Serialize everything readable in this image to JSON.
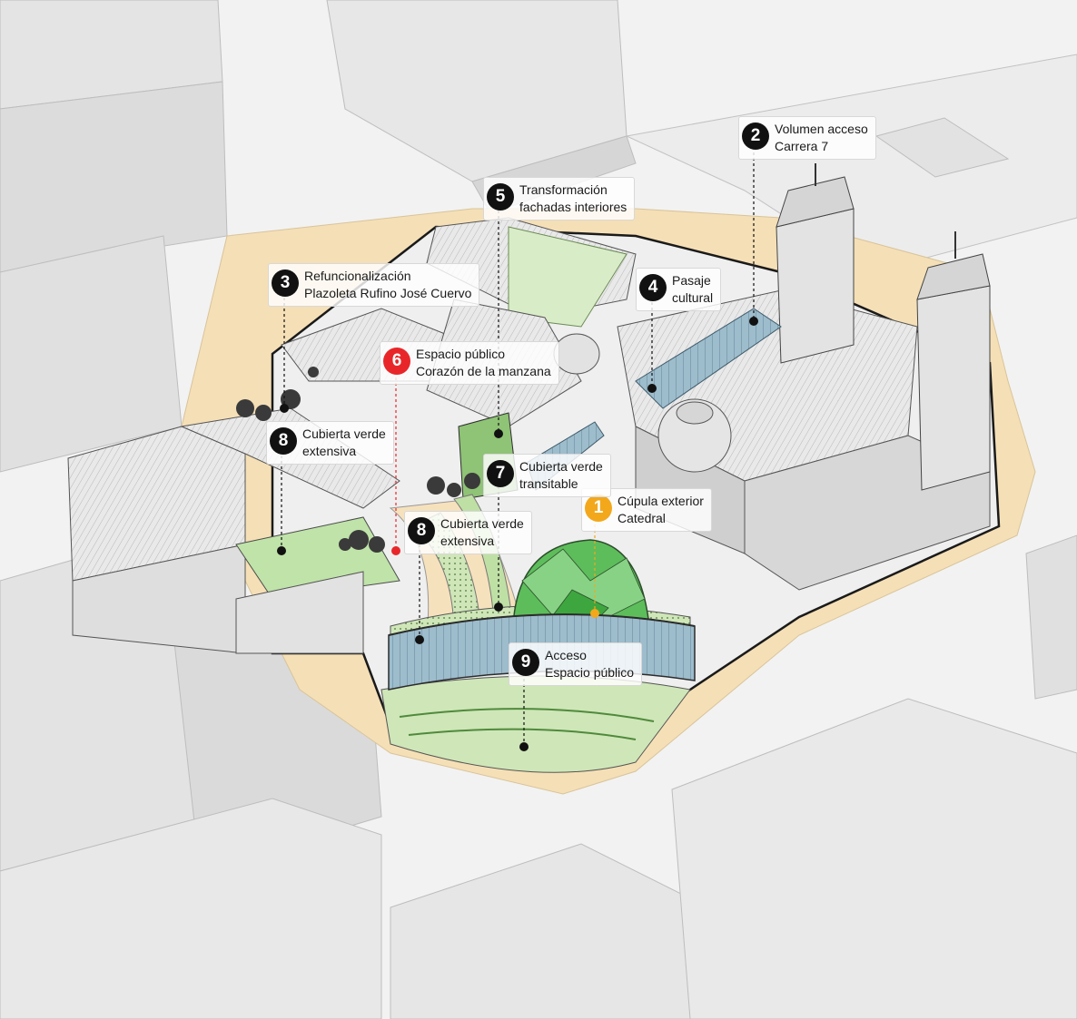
{
  "colors": {
    "black": "#111111",
    "red": "#e8262a",
    "orange": "#f3a81b",
    "street": "#f5dfb6",
    "green": "#7dc36b",
    "glass": "#8fb3c6"
  },
  "callouts": [
    {
      "num": "1",
      "line1": "Cúpula exterior",
      "line2": "Catedral",
      "color": "orange"
    },
    {
      "num": "2",
      "line1": "Volumen acceso",
      "line2": "Carrera 7",
      "color": "black"
    },
    {
      "num": "3",
      "line1": "Refuncionalización",
      "line2": "Plazoleta Rufino José Cuervo",
      "color": "black"
    },
    {
      "num": "4",
      "line1": "Pasaje",
      "line2": "cultural",
      "color": "black"
    },
    {
      "num": "5",
      "line1": "Transformación",
      "line2": "fachadas interiores",
      "color": "black"
    },
    {
      "num": "6",
      "line1": "Espacio público",
      "line2": "Corazón de la manzana",
      "color": "red"
    },
    {
      "num": "7",
      "line1": "Cubierta verde",
      "line2": "transitable",
      "color": "black"
    },
    {
      "num": "8",
      "line1": "Cubierta verde",
      "line2": "extensiva",
      "color": "black"
    },
    {
      "num": "8",
      "line1": "Cubierta verde",
      "line2": "extensiva",
      "color": "black"
    },
    {
      "num": "9",
      "line1": "Acceso",
      "line2": "Espacio público",
      "color": "black"
    }
  ]
}
